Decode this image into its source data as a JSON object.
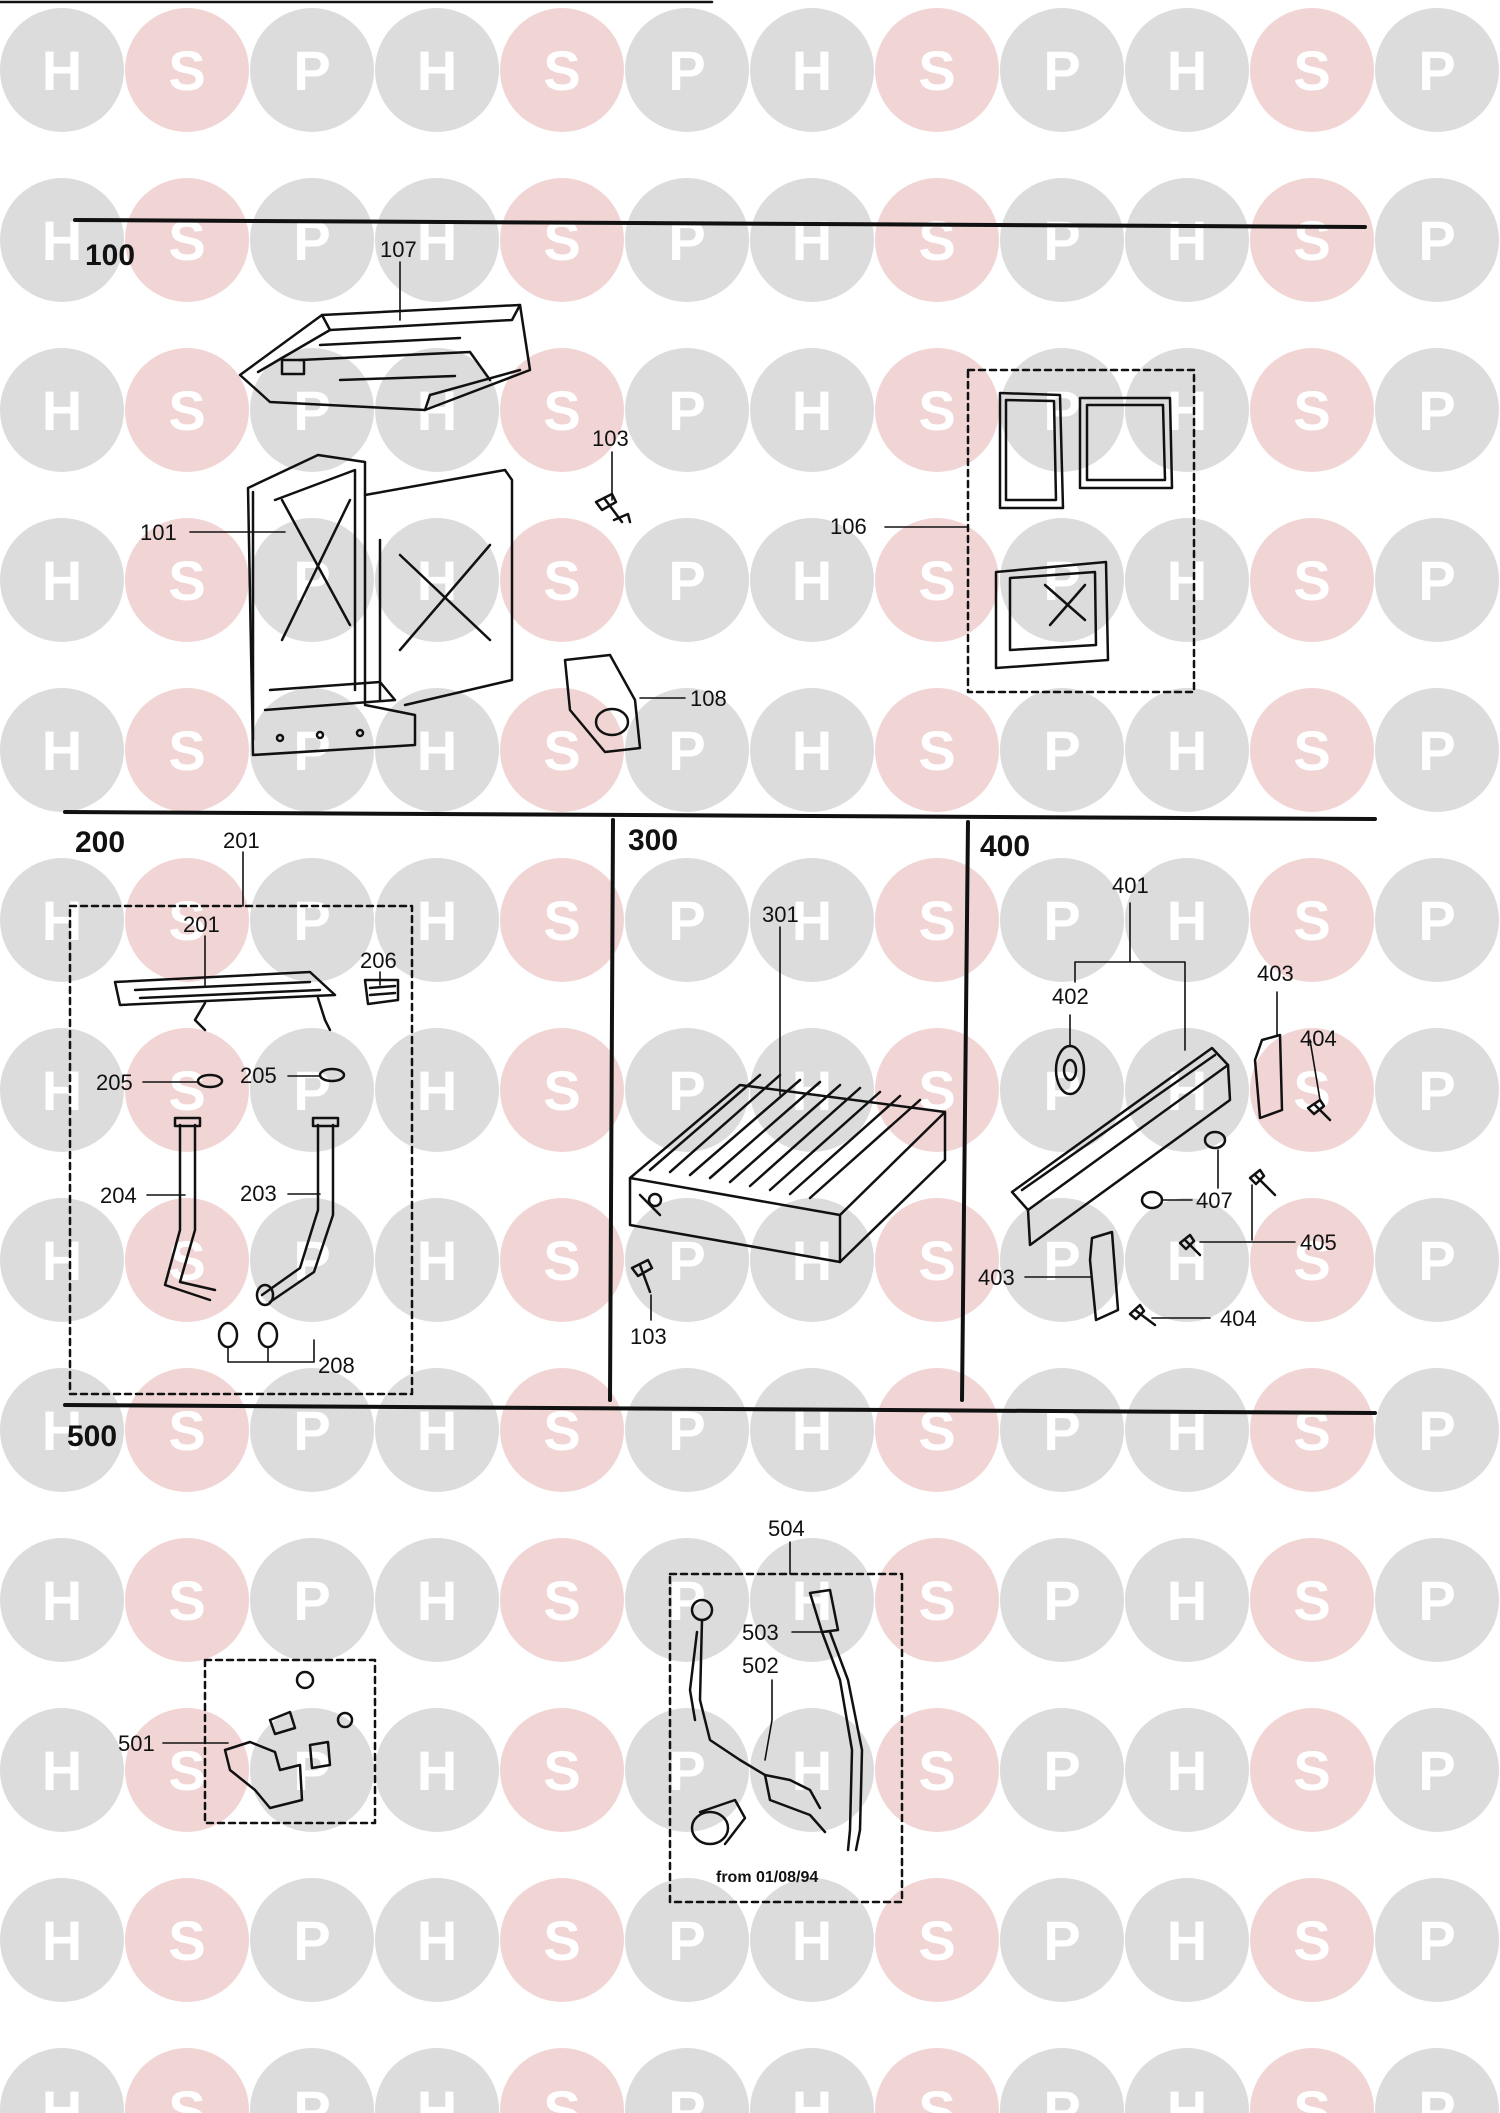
{
  "watermark": {
    "letters": [
      "H",
      "S",
      "P"
    ],
    "colors": {
      "H": "#dcdcdc",
      "S": "#f1d5d5",
      "P": "#dcdcdc",
      "text": "#ffffff"
    }
  },
  "sections": [
    {
      "id": "section-100",
      "number": "100"
    },
    {
      "id": "section-200",
      "number": "200"
    },
    {
      "id": "section-300",
      "number": "300"
    },
    {
      "id": "section-400",
      "number": "400"
    },
    {
      "id": "section-500",
      "number": "500"
    }
  ],
  "callouts": {
    "c107": "107",
    "c103a": "103",
    "c101": "101",
    "c106": "106",
    "c108": "108",
    "c201a": "201",
    "c201b": "201",
    "c206": "206",
    "c205a": "205",
    "c205b": "205",
    "c204": "204",
    "c203": "203",
    "c208": "208",
    "c301": "301",
    "c103b": "103",
    "c401": "401",
    "c402": "402",
    "c403a": "403",
    "c404a": "404",
    "c407": "407",
    "c405": "405",
    "c403b": "403",
    "c404b": "404",
    "c504": "504",
    "c503": "503",
    "c502": "502",
    "c501": "501"
  },
  "notes": {
    "from_date": "from 01/08/94"
  }
}
